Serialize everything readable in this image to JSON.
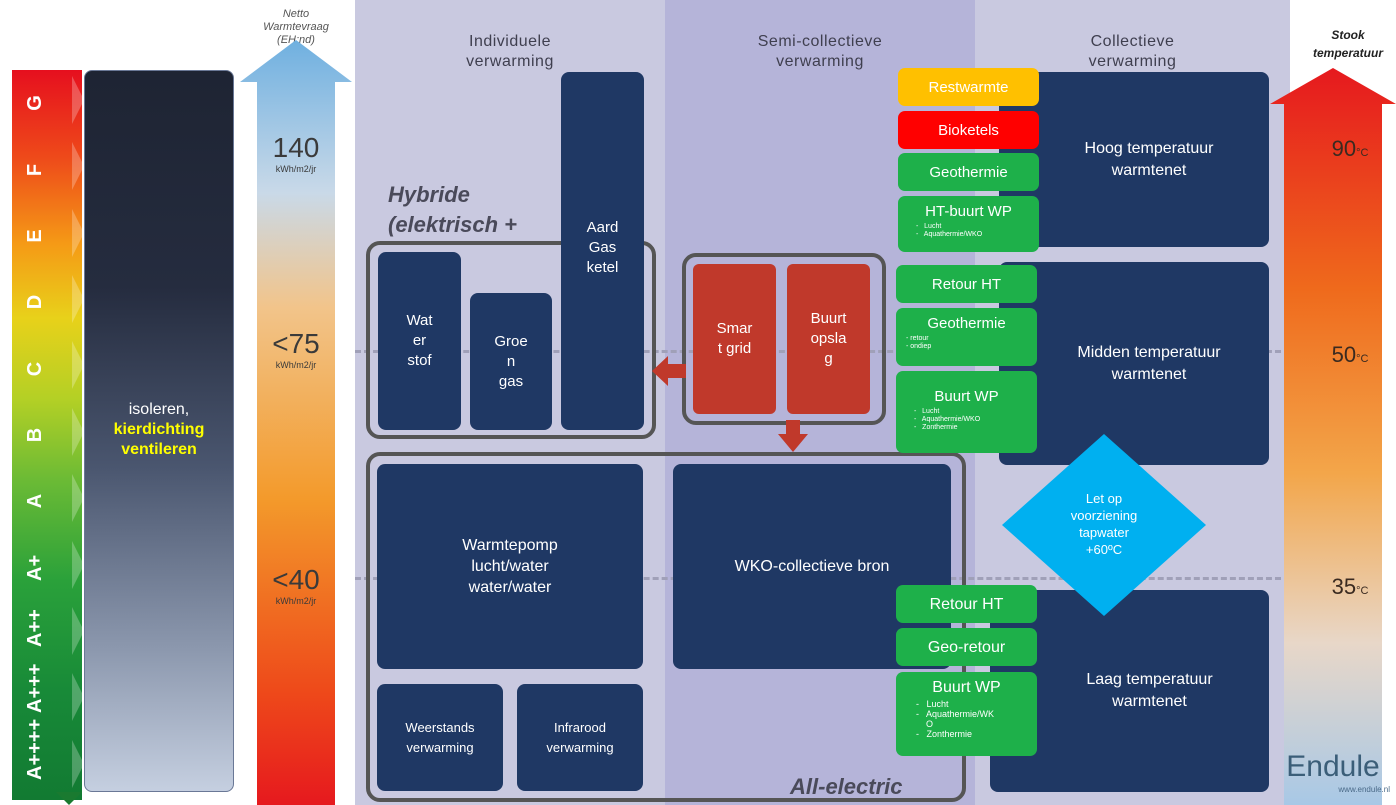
{
  "columns": {
    "individueel": "Individuele\nverwarming",
    "semi": "Semi-collectieve\nverwarming",
    "collectief": "Collectieve\nverwarming"
  },
  "energy_labels": [
    "G",
    "F",
    "E",
    "D",
    "C",
    "B",
    "A",
    "A+",
    "A++",
    "A+++",
    "A++++"
  ],
  "isoleren": {
    "line1": "isoleren,",
    "line2": "kierdichting",
    "line3": "ventileren"
  },
  "netto_warmtevraag": {
    "title": "Netto\nWarmtevraag\n(EH;nd)",
    "levels": [
      {
        "value": "140",
        "unit": "kWh/m2/jr"
      },
      {
        "value": "<75",
        "unit": "kWh/m2/jr"
      },
      {
        "value": "<40",
        "unit": "kWh/m2/jr"
      }
    ]
  },
  "stook_temperatuur": {
    "title": "Stook\ntemperatuur",
    "levels": [
      {
        "value": "90",
        "unit": "°C"
      },
      {
        "value": "50",
        "unit": "°C"
      },
      {
        "value": "35",
        "unit": "°C"
      }
    ]
  },
  "hybride": {
    "label": "Hybride\n(elektrisch +",
    "waterstof": "Wat\ner\nstof",
    "groen_gas": "Groe\nn\ngas",
    "aardgas": "Aard\nGas\nketel"
  },
  "semi_boxes": {
    "smart_grid": "Smar\nt grid",
    "buurtopslag": "Buurt\nopsla\ng"
  },
  "all_electric": {
    "label": "All-electric",
    "warmtepomp": "Warmtepomp\nlucht/water\nwater/water",
    "wko": "WKO-collectieve bron",
    "weerstand": "Weerstands\nverwarming",
    "infrarood": "Infrarood\nverwarming"
  },
  "collectief": {
    "hoog": "Hoog temperatuur\nwarmtenet",
    "midden": "Midden temperatuur\nwarmtenet",
    "laag": "Laag temperatuur\nwarmtenet",
    "bronnen_hoog": [
      {
        "label": "Restwarmte",
        "color": "#ffc000",
        "subs": []
      },
      {
        "label": "Bioketels",
        "color": "#ff0000",
        "subs": []
      },
      {
        "label": "Geothermie",
        "color": "#1eb04a",
        "subs": []
      },
      {
        "label": "HT-buurt WP",
        "color": "#1eb04a",
        "subs": [
          "-   Lucht",
          "-   Aquathermie/WKO"
        ]
      }
    ],
    "bronnen_midden": [
      {
        "label": "Retour HT",
        "subs": []
      },
      {
        "label": "Geothermie",
        "subs": [
          "- retour",
          "- ondiep"
        ]
      },
      {
        "label": "Buurt WP",
        "subs": [
          "-   Lucht",
          "-   Aquathermie/WKO",
          "-   Zonthermie"
        ]
      }
    ],
    "bronnen_laag": [
      {
        "label": "Retour HT",
        "subs": []
      },
      {
        "label": "Geo-retour",
        "subs": []
      },
      {
        "label": "Buurt WP",
        "subs": [
          "-   Lucht",
          "-   Aquathermie/WK\n    O",
          "-   Zonthermie"
        ]
      }
    ],
    "tapwater_note": "Let op\nvoorziening\ntapwater\n+60ºC"
  },
  "brand": {
    "name": "Endule",
    "url": "www.endule.nl"
  },
  "colors": {
    "navy": "#1f3864",
    "green": "#1eb04a",
    "red_box": "#c0392b",
    "diamond": "#00b0f0",
    "highlight_text": "#ffff00"
  }
}
